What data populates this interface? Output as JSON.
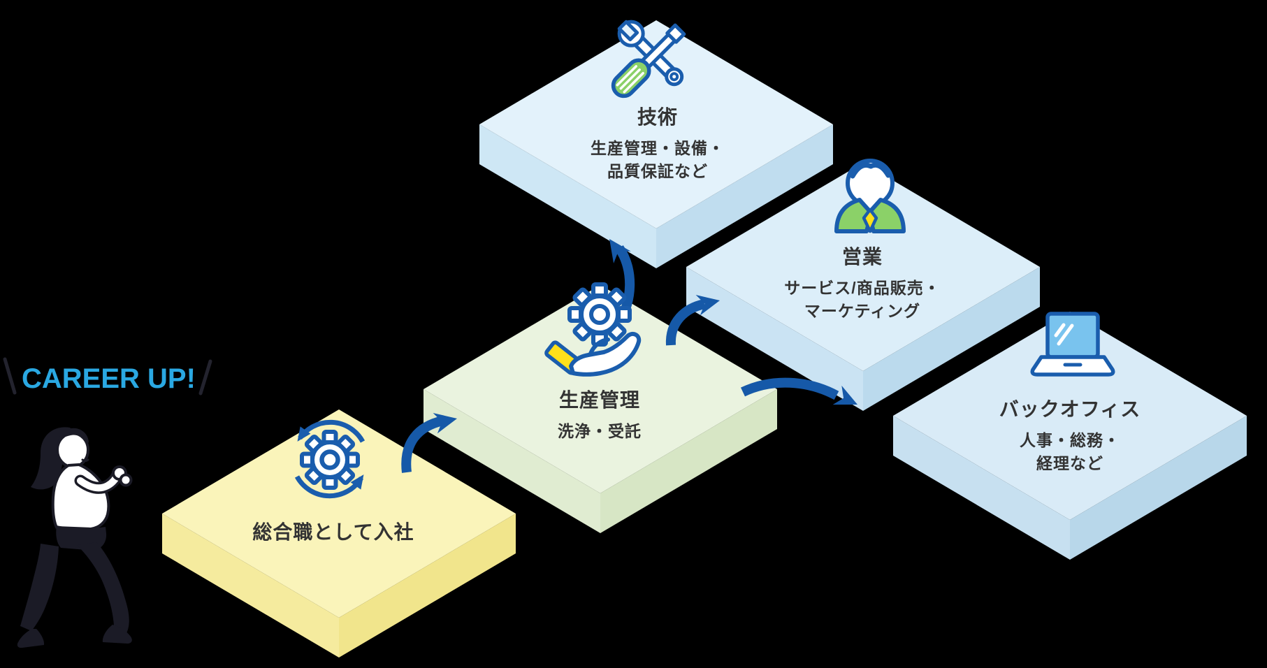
{
  "banner": {
    "text": "CAREER UP!",
    "color": "#2AA8E2"
  },
  "illustration": {
    "name": "walking-woman"
  },
  "platforms": [
    {
      "id": "entry",
      "title": "総合職として入社",
      "subtitle_lines": [],
      "icon": "gear-cycle-icon",
      "colors": {
        "top": "#FAF4BA",
        "left": "#F5EB9E",
        "right": "#F1E58C"
      }
    },
    {
      "id": "production-management",
      "title": "生産管理",
      "subtitle_lines": [
        "洗浄・受託"
      ],
      "icon": "hand-gear-icon",
      "colors": {
        "top": "#EAF3DF",
        "left": "#E0ECD1",
        "right": "#D7E6C5"
      }
    },
    {
      "id": "engineering",
      "title": "技術",
      "subtitle_lines": [
        "生産管理・設備・",
        "品質保証など"
      ],
      "icon": "wrench-screwdriver-icon",
      "colors": {
        "top": "#E3F2FB",
        "left": "#CEE7F5",
        "right": "#C0DDEF"
      }
    },
    {
      "id": "sales",
      "title": "営業",
      "subtitle_lines": [
        "サービス/商品販売・",
        "マーケティング"
      ],
      "icon": "business-person-icon",
      "colors": {
        "top": "#DCEEF9",
        "left": "#CAE3F3",
        "right": "#BBDAED"
      }
    },
    {
      "id": "back-office",
      "title": "バックオフィス",
      "subtitle_lines": [
        "人事・総務・",
        "経理など"
      ],
      "icon": "laptop-icon",
      "colors": {
        "top": "#D9EBF7",
        "left": "#C7E0F0",
        "right": "#B8D7EA"
      }
    }
  ],
  "arrows": {
    "color": "#1659A8",
    "count": 4
  },
  "accents": {
    "icon_stroke": "#1A5DAD",
    "green": "#8BD168",
    "yellow": "#FFE01A",
    "text": "#333333",
    "dark_line": "#23232E"
  }
}
